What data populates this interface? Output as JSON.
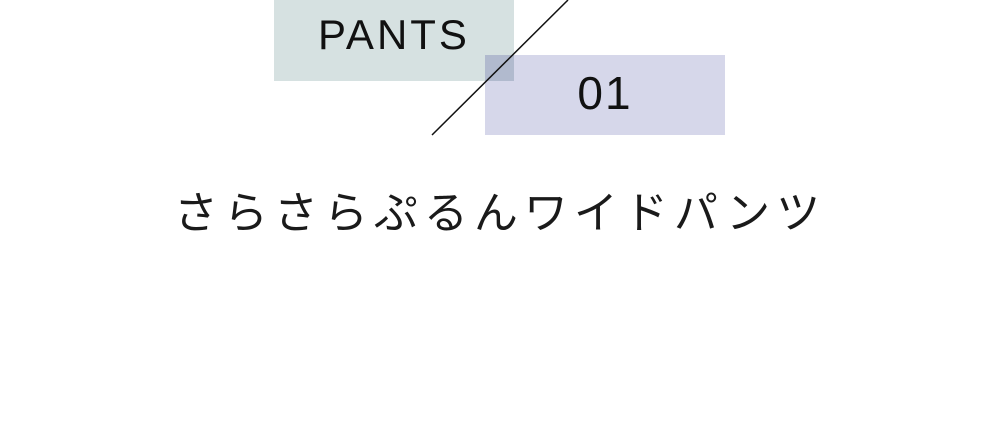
{
  "heading": {
    "category": "PANTS",
    "number": "01",
    "title": "さらさらぷるんワイドパンツ"
  },
  "colors": {
    "category_box": "#d6e1e1",
    "number_box": "#d6d7ea",
    "overlap": "#b1bace",
    "text": "#111111"
  }
}
